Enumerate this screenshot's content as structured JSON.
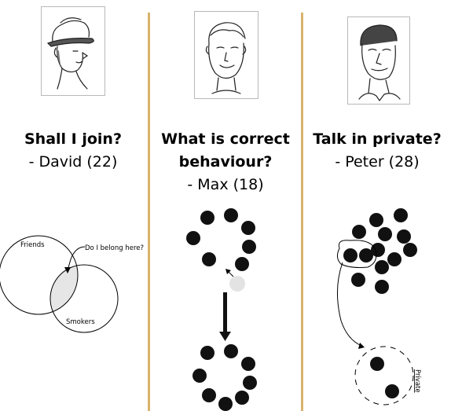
{
  "panels": [
    {
      "question": "Shall I join?",
      "person": "- David (22)",
      "diagram": {
        "left_circle_label": "Friends",
        "right_circle_label": "Smokers",
        "annotation": "Do I belong here?"
      }
    },
    {
      "question_line1": "What is correct",
      "question_line2": "behaviour?",
      "person": "- Max (18)"
    },
    {
      "question": "Talk in private?",
      "person": "- Peter (28)",
      "diagram": {
        "private_label": "Private"
      }
    }
  ],
  "colors": {
    "divider": "#d9b36c",
    "dot": "#111111",
    "newcomer_dot": "#e3e3e3",
    "overlap_fill": "#e6e6e6"
  },
  "icons": [
    "man-with-hat-portrait",
    "young-man-portrait",
    "man-portrait"
  ]
}
